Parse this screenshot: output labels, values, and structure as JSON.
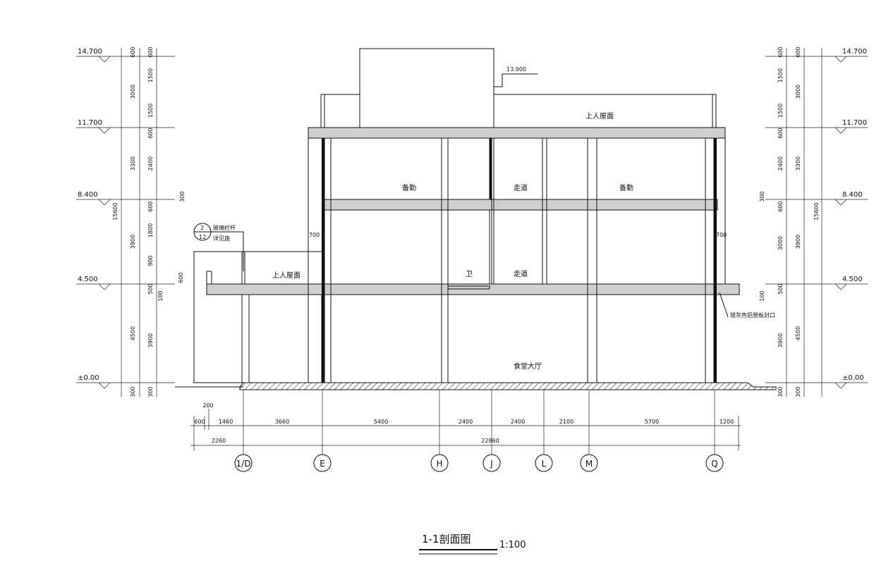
{
  "title": {
    "main": "1-1剖面图",
    "scale": "1:100"
  },
  "levels_left": [
    "14.700",
    "11.700",
    "8.400",
    "4.500",
    "±0.00"
  ],
  "levels_right": [
    "14.700",
    "11.700",
    "8.400",
    "4.500",
    "±0.00"
  ],
  "roof_level": "13.900",
  "total_height": "15600",
  "left_dims": {
    "outer": [
      "600",
      "3000",
      "3300",
      "3900",
      "4500",
      "300"
    ],
    "inner": [
      "600",
      "1500",
      "1500",
      "600",
      "2400",
      "600",
      "1800",
      "900",
      "500",
      "3900",
      "300"
    ],
    "extra": [
      "300",
      "600",
      "100"
    ]
  },
  "right_dims": {
    "outer": [
      "600",
      "3000",
      "3300",
      "3900",
      "4500",
      "300"
    ],
    "inner": [
      "600",
      "1500",
      "1500",
      "600",
      "2400",
      "600",
      "3000",
      "500",
      "3900",
      "300"
    ],
    "extra": [
      "300",
      "100"
    ]
  },
  "rooms": {
    "roof_top": "上人屋面",
    "roof_low": "上人屋面",
    "storage_left": "备勤",
    "corridor_top": "走道",
    "storage_right": "备勤",
    "wc": "卫",
    "corridor_mid": "走道",
    "hall": "食堂大厅"
  },
  "annotations": {
    "railing_1": "玻璃栏杆",
    "railing_2": "详见施",
    "detail_top": "2",
    "detail_bottom": "12",
    "drain": "银灰色铝塑板封口",
    "dim_700_left": "700",
    "dim_700_right": "700"
  },
  "bottom_dims": {
    "small": "200",
    "row1": [
      "600",
      "1460",
      "3660",
      "5400",
      "2400",
      "2400",
      "2100",
      "5700",
      "1200"
    ],
    "row2": [
      "2260",
      "22860"
    ]
  },
  "axes": [
    "1/D",
    "E",
    "H",
    "J",
    "L",
    "M",
    "Q"
  ]
}
